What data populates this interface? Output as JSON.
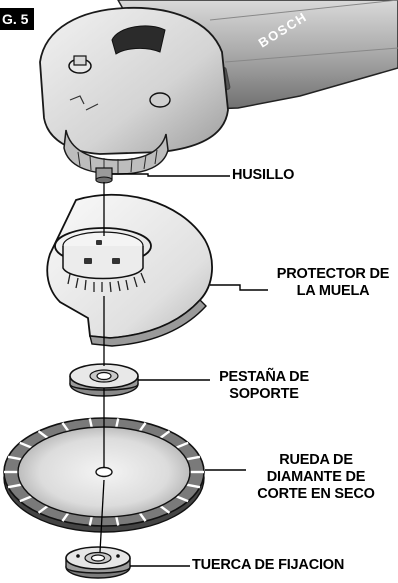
{
  "figure": {
    "tag": "G. 5"
  },
  "tool": {
    "brand": "BOSCH"
  },
  "labels": {
    "spindle": "HUSILLO",
    "guard": {
      "line1": "PROTECTOR DE",
      "line2": "LA MUELA"
    },
    "backing_flange": {
      "line1": "PESTAÑA DE",
      "line2": "SOPORTE"
    },
    "wheel": {
      "line1": "RUEDA DE",
      "line2": "DIAMANTE DE",
      "line3": "CORTE EN SECO"
    },
    "lock_nut": "TUERCA DE FIJACION"
  }
}
